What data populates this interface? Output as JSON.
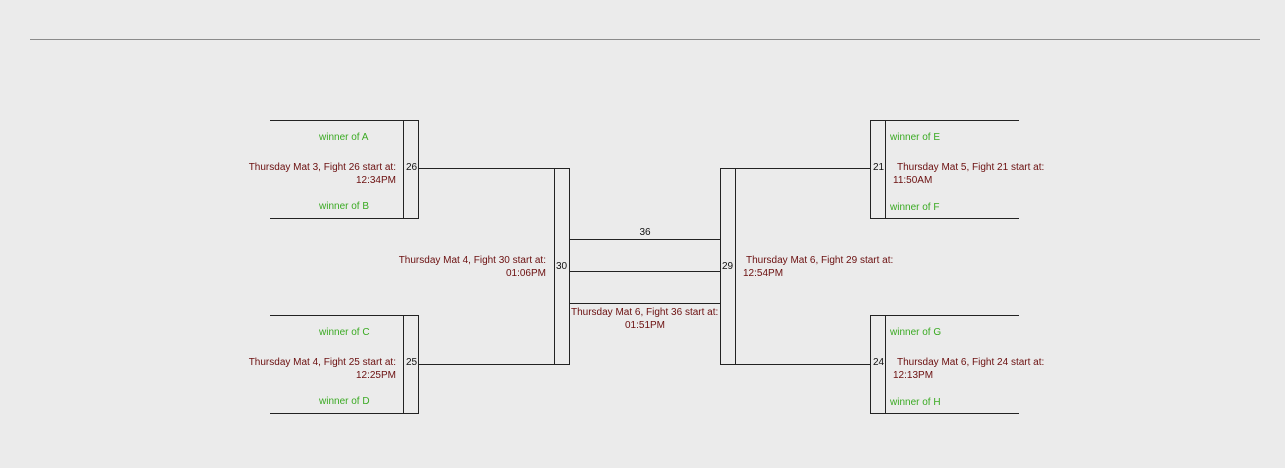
{
  "bracket": {
    "left_top": {
      "entrant_a": "winner of A",
      "entrant_b": "winner of B",
      "fight": "26",
      "info_line1": "Thursday Mat 3, Fight 26 start at:",
      "info_line2": "12:34PM"
    },
    "left_bottom": {
      "entrant_a": "winner of C",
      "entrant_b": "winner of D",
      "fight": "25",
      "info_line1": "Thursday Mat 4, Fight 25 start at:",
      "info_line2": "12:25PM"
    },
    "left_semi": {
      "fight": "30",
      "info_line1": "Thursday Mat 4, Fight 30 start at:",
      "info_line2": "01:06PM"
    },
    "right_top": {
      "entrant_a": "winner of E",
      "entrant_b": "winner of F",
      "fight": "21",
      "info_line1": "Thursday Mat 5, Fight 21 start at:",
      "info_line2": "11:50AM"
    },
    "right_bottom": {
      "entrant_a": "winner of G",
      "entrant_b": "winner of H",
      "fight": "24",
      "info_line1": "Thursday Mat 6, Fight 24 start at:",
      "info_line2": "12:13PM"
    },
    "right_semi": {
      "fight": "29",
      "info_line1": "Thursday Mat 6, Fight 29 start at:",
      "info_line2": "12:54PM"
    },
    "final": {
      "fight": "36",
      "info_line1": "Thursday Mat 6, Fight 36 start at:",
      "info_line2": "01:51PM"
    }
  },
  "colors": {
    "line": "#222222",
    "entrant": "#3aaa22",
    "info": "#6b0f0f"
  }
}
